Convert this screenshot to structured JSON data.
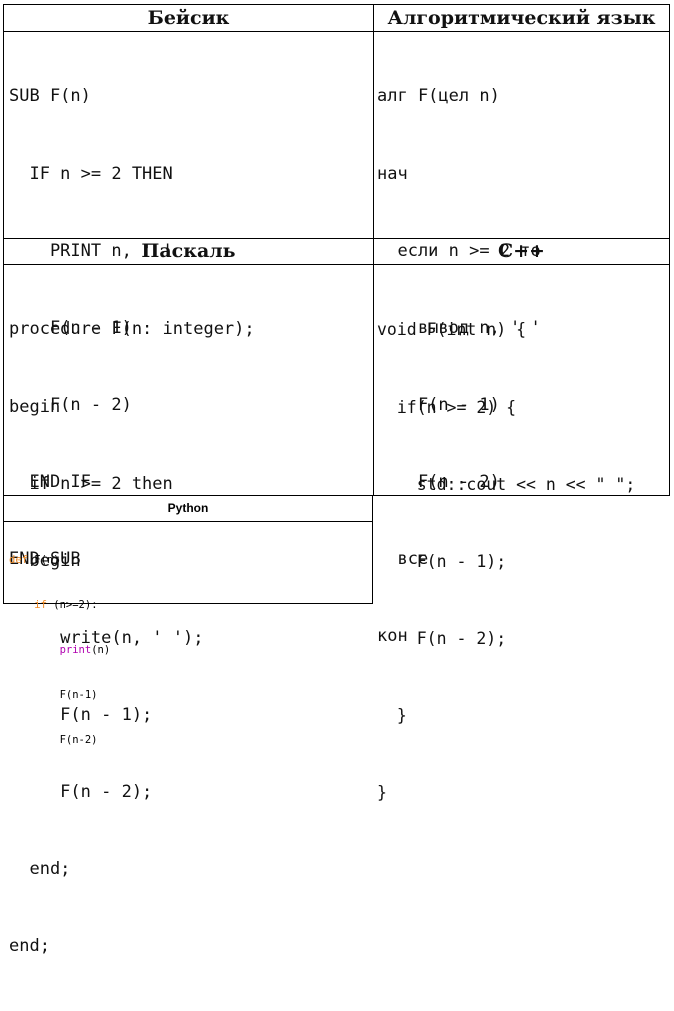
{
  "headers": {
    "basic": "Бейсик",
    "algo": "Алгоритмический язык",
    "pascal": "Паскаль",
    "cpp": "C++",
    "python": "Python"
  },
  "basic_lines": [
    "SUB F(n)",
    "  IF n >= 2 THEN",
    "    PRINT n, ' '",
    "    F(n - 1)",
    "    F(n - 2)",
    "  END IF",
    "END SUB"
  ],
  "algo_lines": [
    "алг F(цел n)",
    "нач",
    "  если n >= 2 то",
    "    вывод n, ' '",
    "    F(n - 1)",
    "    F(n - 2)",
    "  все",
    "кон"
  ],
  "pascal_lines": [
    "procedure F(n: integer);",
    "begin",
    "  if n >= 2 then",
    "  begin",
    "     write(n, ' ');",
    "     F(n - 1);",
    "     F(n - 2);",
    "  end;",
    "end;"
  ],
  "cpp_lines": [
    "void F(int n) {",
    "  if(n >= 2) {",
    "    std::cout << n << \" \";",
    "    F(n - 1);",
    "    F(n - 2);",
    "  }",
    "}"
  ],
  "python": {
    "def_kw": "def",
    "def_rest": " F(n):",
    "if_indent": "    ",
    "if_kw": "if",
    "if_rest": " (n>=2):",
    "print_indent": "        ",
    "print_fn": "print",
    "print_rest": "(n)",
    "call1": "        F(n-1)",
    "call2": "        F(n-2)"
  }
}
